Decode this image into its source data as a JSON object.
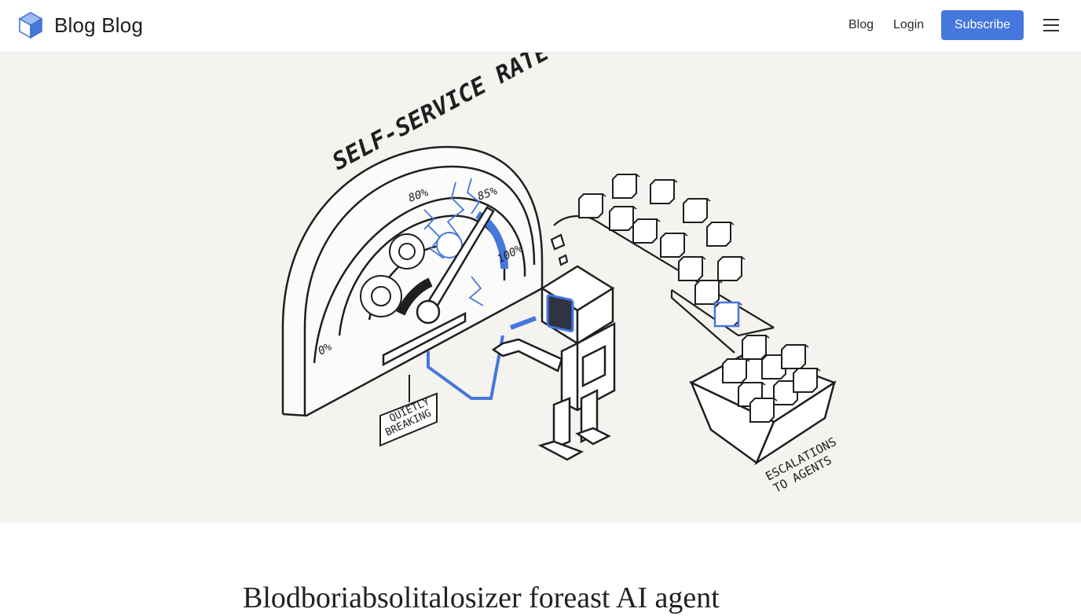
{
  "header": {
    "brand": "Blog Blog",
    "nav": {
      "blog": "Blog",
      "login": "Login"
    },
    "subscribe_label": "Subscribe"
  },
  "hero": {
    "title": "SELF-SERVICE RATE",
    "gauge_labels": {
      "p0": "0%",
      "p80": "80%",
      "p85": "85%",
      "p100": "100%"
    },
    "gauge_level_percent": 85,
    "sign_line1": "QUIETLY",
    "sign_line2": "BREAKING",
    "bin_line1": "ESCALATIONS",
    "bin_line2": "TO AGENTS"
  },
  "article": {
    "title": "Blodboriabsolitalosizer foreast AI agent"
  },
  "icons": {
    "logo": "cube-logo-icon",
    "menu": "hamburger-menu-icon",
    "ticket_types": [
      "chat-bubble-icon",
      "cart-icon",
      "question-icon",
      "message-icon"
    ]
  },
  "colors": {
    "accent": "#4677dd",
    "hero_bg": "#f4f3ef",
    "ink": "#1f1f1f"
  }
}
